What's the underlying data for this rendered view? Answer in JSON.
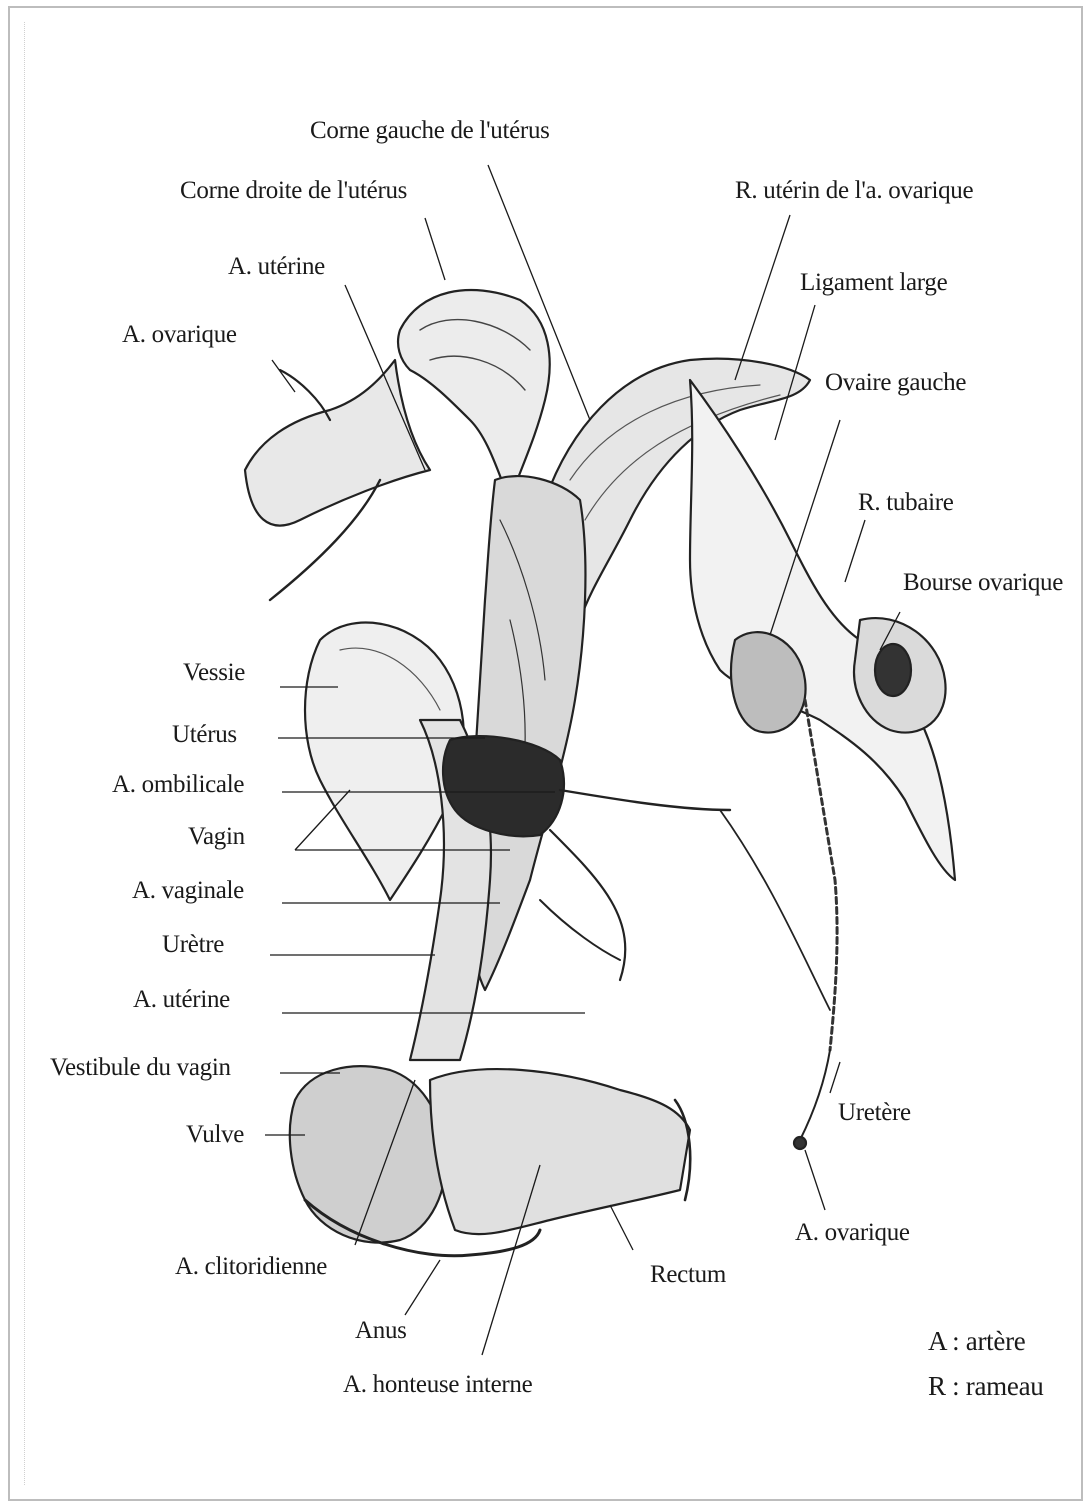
{
  "labels": {
    "corne_gauche": "Corne gauche de l'utérus",
    "corne_droite": "Corne droite de l'utérus",
    "r_uterin_ovarique": "R. utérin de l'a. ovarique",
    "a_uterine_top": "A. utérine",
    "ligament_large": "Ligament large",
    "a_ovarique_top": "A. ovarique",
    "ovaire_gauche": "Ovaire gauche",
    "r_tubaire": "R. tubaire",
    "bourse_ovarique": "Bourse ovarique",
    "vessie": "Vessie",
    "uterus": "Utérus",
    "a_ombilicale": "A. ombilicale",
    "vagin": "Vagin",
    "a_vaginale": "A. vaginale",
    "uretre": "Urètre",
    "a_uterine_bottom": "A. utérine",
    "vestibule": "Vestibule du vagin",
    "vulve": "Vulve",
    "uretere": "Uretère",
    "a_clitoridienne": "A. clitoridienne",
    "rectum": "Rectum",
    "a_ovarique_bottom": "A. ovarique",
    "anus": "Anus",
    "a_honteuse": "A. honteuse interne"
  },
  "legend": {
    "a": "A : artère",
    "r": "R : rameau"
  }
}
